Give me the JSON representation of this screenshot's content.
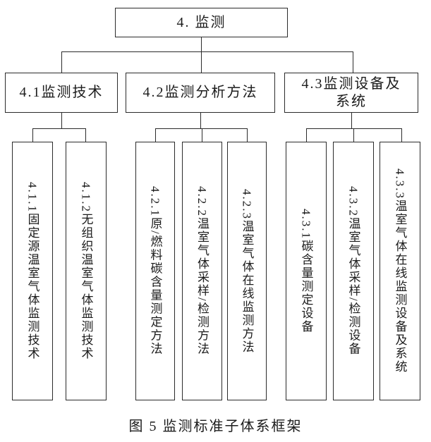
{
  "figure_caption": "图 5 监测标准子体系框架",
  "diagram": {
    "type": "org-tree",
    "line_color": "#2b2b2b",
    "root": {
      "label": "4. 监测"
    },
    "level2": [
      {
        "id": "4.1",
        "label": "4.1监测技术"
      },
      {
        "id": "4.2",
        "label": "4.2监测分析方法"
      },
      {
        "id": "4.3",
        "label": "4.3监测设备及系统"
      }
    ],
    "level3": [
      {
        "id": "4.1.1",
        "parent": "4.1",
        "label": "4.1.1固定源温室气体监测技术"
      },
      {
        "id": "4.1.2",
        "parent": "4.1",
        "label": "4.1.2无组织温室气体监测技术"
      },
      {
        "id": "4.2.1",
        "parent": "4.2",
        "label": "4.2.1原/燃料碳含量测定方法"
      },
      {
        "id": "4.2.2",
        "parent": "4.2",
        "label": "4.2.2温室气体采样/检测方法"
      },
      {
        "id": "4.2.3",
        "parent": "4.2",
        "label": "4.2.3温室气体在线监测方法"
      },
      {
        "id": "4.3.1",
        "parent": "4.3",
        "label": "4.3.1碳含量测定设备"
      },
      {
        "id": "4.3.2",
        "parent": "4.3",
        "label": "4.3.2温室气体采样/检测设备"
      },
      {
        "id": "4.3.3",
        "parent": "4.3",
        "label": "4.3.3温室气体在线监测设备及系统"
      }
    ]
  }
}
